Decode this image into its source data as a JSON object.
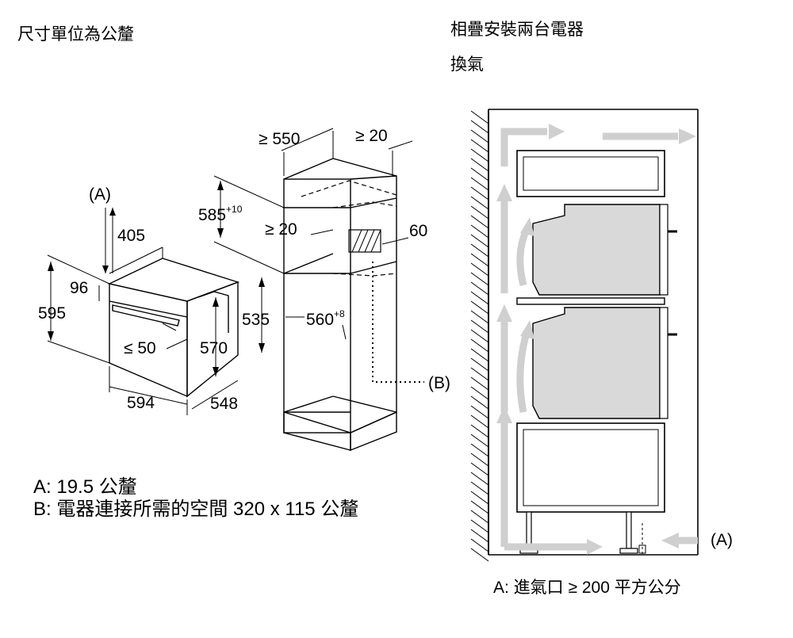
{
  "header": {
    "units_note": "尺寸單位為公釐",
    "right_title": "相疊安裝兩台電器",
    "right_subtitle": "換氣"
  },
  "oven_dims": {
    "ref_a": "(A)",
    "depth_top": "405",
    "top_gap": "96",
    "height": "595",
    "handle_gap": "≤ 50",
    "inner_height": "570",
    "width": "594",
    "body_depth": "548"
  },
  "cabinet_dims": {
    "width_min": "≥ 550",
    "side_min": "≥ 20",
    "top_height": "585",
    "top_height_tol": "+10",
    "gap_min": "≥ 20",
    "rear_gap": "60",
    "niche_height": "535",
    "niche_width": "560",
    "niche_width_tol": "+8",
    "ref_b": "(B)"
  },
  "legend": {
    "a_line": "A: 19.5 公釐",
    "b_line": "B: 電器連接所需的空間 320 x 115 公釐"
  },
  "ventilation": {
    "ref_a": "(A)",
    "footnote": "A: 進氣口 ≥ 200 平方公分"
  }
}
